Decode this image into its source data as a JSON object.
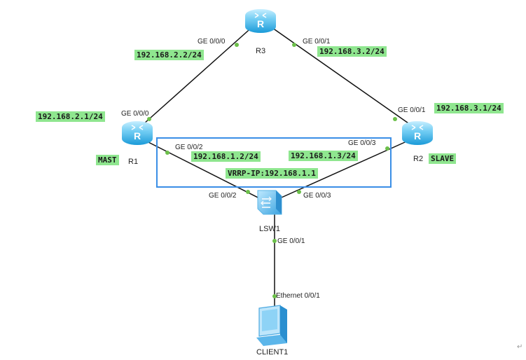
{
  "diagram": {
    "devices": {
      "r3": {
        "name": "R3",
        "type": "router"
      },
      "r1": {
        "name": "R1",
        "type": "router",
        "role": "MAST"
      },
      "r2": {
        "name": "R2",
        "type": "router",
        "role": "SLAVE"
      },
      "lsw1": {
        "name": "LSW1",
        "type": "switch"
      },
      "client1": {
        "name": "CLIENT1",
        "type": "pc"
      }
    },
    "links": [
      {
        "from": "R1",
        "from_port": "GE 0/0/0",
        "from_ip": "192.168.2.1/24",
        "to": "R3",
        "to_port": "GE 0/0/0",
        "to_ip": "192.168.2.2/24"
      },
      {
        "from": "R3",
        "from_port": "GE 0/0/1",
        "from_ip": "192.168.3.2/24",
        "to": "R2",
        "to_port": "GE 0/0/1",
        "to_ip": "192.168.3.1/24"
      },
      {
        "from": "R1",
        "from_port": "GE 0/0/2",
        "from_ip": "192.168.1.2/24",
        "to": "LSW1",
        "to_port": "GE 0/0/2"
      },
      {
        "from": "R2",
        "from_port": "GE 0/0/3",
        "from_ip": "192.168.1.3/24",
        "to": "LSW1",
        "to_port": "GE 0/0/3"
      },
      {
        "from": "LSW1",
        "from_port": "GE 0/0/1",
        "to": "CLIENT1",
        "to_port": "Ethernet 0/0/1"
      }
    ],
    "labels": {
      "r3_ge000": "GE 0/0/0",
      "r3_ge001": "GE 0/0/1",
      "r1_ge000": "GE 0/0/0",
      "r1_ge002": "GE 0/0/2",
      "r2_ge001": "GE 0/0/1",
      "r2_ge003": "GE 0/0/3",
      "sw_ge002": "GE 0/0/2",
      "sw_ge003": "GE 0/0/3",
      "sw_ge001": "GE 0/0/1",
      "pc_eth001": "Ethernet 0/0/1"
    },
    "ips": {
      "r3_ge000": "192.168.2.2/24",
      "r3_ge001": "192.168.3.2/24",
      "r1_ge000": "192.168.2.1/24",
      "r2_ge001": "192.168.3.1/24",
      "r1_ge002": "192.168.1.2/24",
      "r2_ge003": "192.168.1.3/24",
      "vrrp": "VRRP-IP:192.168.1.1"
    },
    "roles": {
      "r1": "MAST",
      "r2": "SLAVE"
    },
    "paragraph_mark": "↵"
  },
  "colors": {
    "ip_label_bg": "#8fe68f",
    "vrrp_box": "#3a8ee6",
    "link": "#111111",
    "port_dot": "#6cc04a",
    "router_fill": "#3fb4ea"
  }
}
